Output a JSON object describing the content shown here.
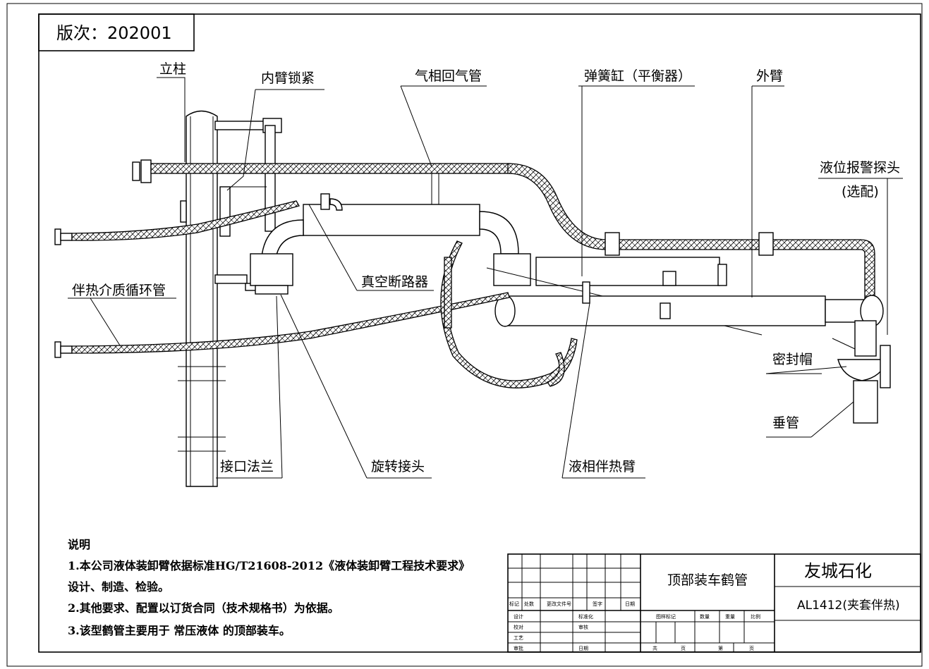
{
  "version_box": {
    "text": "版次：202001"
  },
  "callouts": {
    "column": "立柱",
    "inner_arm_lock": "内臂锁紧",
    "vapor_return": "气相回气管",
    "spring_cylinder": "弹簧缸（平衡器）",
    "outer_arm": "外臂",
    "level_alarm": "液位报警探头",
    "level_alarm_note": "(选配)",
    "vacuum_breaker": "真空断路器",
    "heating_circuit": "伴热介质循环管",
    "seal_cap": "密封帽",
    "drop_pipe": "垂管",
    "inlet_flange": "接口法兰",
    "swivel_joint": "旋转接头",
    "liquid_heating_arm": "液相伴热臂"
  },
  "notes": {
    "heading": "说明",
    "line1": "1.本公司液体装卸臂依据标准HG/T21608-2012《液体装卸臂工程技术要求》",
    "line1b": "设计、制造、检验。",
    "line2": "2.其他要求、配置以订货合同（技术规格书）为依据。",
    "line3": "3.该型鹤管主要用于 常压液体 的顶部装车。"
  },
  "title_block": {
    "drawing_title": "顶部装车鹤管",
    "company": "友城石化",
    "model": "AL1412(夹套伴热)",
    "cells": {
      "mark": "标记",
      "count": "处数",
      "change_doc": "更改文件号",
      "sign": "签字",
      "date": "日期",
      "design": "设计",
      "standardize": "标准化",
      "check": "校对",
      "review": "审核",
      "process": "工艺",
      "approve": "审批",
      "date2": "日期",
      "stage_mark": "图样标记",
      "weight_qty": "数量",
      "weight": "重量",
      "scale": "比例",
      "total": "共",
      "sheet_unit": "页",
      "page": "第",
      "sheet_unit2": "页"
    }
  }
}
